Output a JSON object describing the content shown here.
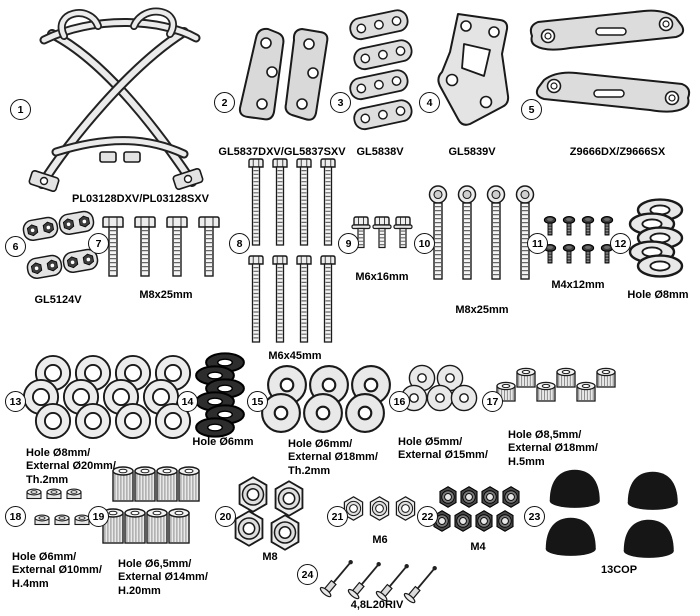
{
  "colors": {
    "line": "#1a1a1a",
    "fill_light": "#e8e8e8",
    "fill_dark": "#2d2d2d",
    "cap_black": "#161616"
  },
  "parts": [
    {
      "num": "1",
      "label": "PL03128DXV/PL03128SXV"
    },
    {
      "num": "2",
      "label": "GL5837DXV/GL5837SXV"
    },
    {
      "num": "3",
      "label": "GL5838V"
    },
    {
      "num": "4",
      "label": "GL5839V"
    },
    {
      "num": "5",
      "label": "Z9666DX/Z9666SX"
    },
    {
      "num": "6",
      "label": "GL5124V"
    },
    {
      "num": "7",
      "label": "M8x25mm"
    },
    {
      "num": "8",
      "label": "M6x45mm"
    },
    {
      "num": "9",
      "label": "M6x16mm"
    },
    {
      "num": "10",
      "label": "M8x25mm"
    },
    {
      "num": "11",
      "label": "M4x12mm"
    },
    {
      "num": "12",
      "label": "Hole Ø8mm"
    },
    {
      "num": "13",
      "label": "Hole Ø8mm/\nExternal Ø20mm/\nTh.2mm"
    },
    {
      "num": "14",
      "label": "Hole Ø6mm"
    },
    {
      "num": "15",
      "label": "Hole Ø6mm/\nExternal Ø18mm/\nTh.2mm"
    },
    {
      "num": "16",
      "label": "Hole Ø5mm/\nExternal Ø15mm/"
    },
    {
      "num": "17",
      "label": "Hole Ø8,5mm/\nExternal Ø18mm/\nH.5mm"
    },
    {
      "num": "18",
      "label": "Hole Ø6mm/\nExternal Ø10mm/\nH.4mm"
    },
    {
      "num": "19",
      "label": "Hole Ø6,5mm/\nExternal Ø14mm/\nH.20mm"
    },
    {
      "num": "20",
      "label": "M8"
    },
    {
      "num": "21",
      "label": "M6"
    },
    {
      "num": "22",
      "label": "M4"
    },
    {
      "num": "23",
      "label": "13COP"
    },
    {
      "num": "24",
      "label": "4,8L20RIV"
    }
  ]
}
